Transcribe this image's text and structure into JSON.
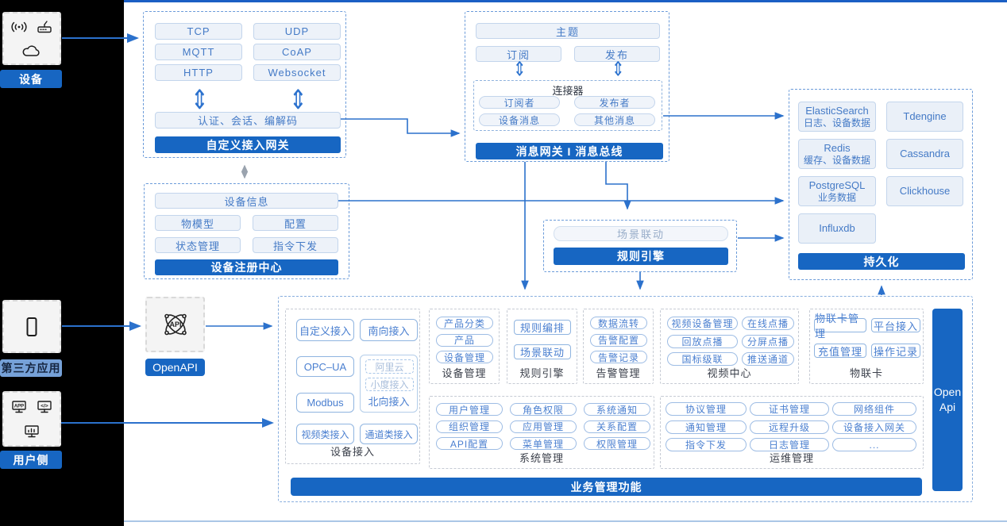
{
  "colors": {
    "primary_blue": "#1766c2",
    "line_blue": "#2b71cc",
    "light_pill_text": "#447ac6",
    "panel_bg": "#ffffff"
  },
  "icons": {
    "updown_arrow": "⇕"
  },
  "left": {
    "device_label": "设备",
    "third_party_label": "第三方应用",
    "user_label": "用户侧"
  },
  "gateway": {
    "protocols": [
      "TCP",
      "UDP",
      "MQTT",
      "CoAP",
      "HTTP",
      "Websocket"
    ],
    "auth": "认证、会话、编解码",
    "title": "自定义接入网关"
  },
  "message_bus": {
    "topic": "主题",
    "subscribe": "订阅",
    "publish": "发布",
    "connector_title": "连接器",
    "connector_items": [
      "订阅者",
      "发布者",
      "设备消息",
      "其他消息"
    ],
    "title": "消息网关 I 消息总线"
  },
  "persistence": {
    "items": [
      {
        "t": "ElasticSearch",
        "d": "日志、设备数据"
      },
      {
        "t": "Tdengine",
        "d": ""
      },
      {
        "t": "Redis",
        "d": "缓存、设备数据"
      },
      {
        "t": "Cassandra",
        "d": ""
      },
      {
        "t": "PostgreSQL",
        "d": "业务数据"
      },
      {
        "t": "Clickhouse",
        "d": ""
      },
      {
        "t": "Influxdb",
        "d": ""
      }
    ],
    "title": "持久化"
  },
  "registry": {
    "info": "设备信息",
    "items": [
      "物模型",
      "配置",
      "状态管理",
      "指令下发"
    ],
    "title": "设备注册中心"
  },
  "rule_engine": {
    "item": "场景联动",
    "title": "规则引擎"
  },
  "openapi_label": "OpenAPI",
  "business": {
    "title": "业务管理功能",
    "open_api_bar": "Open Api",
    "access": {
      "custom": "自定义接入",
      "south": "南向接入",
      "opcua": "OPC–UA",
      "modbus": "Modbus",
      "video": "视频类接入",
      "channel": "通道类接入",
      "north": {
        "title": "北向接入",
        "sub": [
          "阿里云",
          "小度接入"
        ]
      },
      "label": "设备接入"
    },
    "device_mgmt": {
      "pills": [
        "产品分类",
        "产品",
        "设备管理"
      ],
      "label": "设备管理"
    },
    "rule": {
      "pills": [
        "规则编排",
        "场景联动"
      ],
      "label": "规则引擎"
    },
    "alarm": {
      "pills": [
        "数据流转",
        "告警配置",
        "告警记录"
      ],
      "label": "告警管理"
    },
    "video_center": {
      "pills": [
        "视频设备管理",
        "在线点播",
        "回放点播",
        "分屏点播",
        "国标级联",
        "推送通道"
      ],
      "label": "视频中心"
    },
    "iot_card": {
      "pills": [
        "物联卡管理",
        "平台接入",
        "充值管理",
        "操作记录"
      ],
      "label": "物联卡"
    },
    "system": {
      "pills": [
        "用户管理",
        "角色权限",
        "系统通知",
        "组织管理",
        "应用管理",
        "关系配置",
        "API配置",
        "菜单管理",
        "权限管理"
      ],
      "label": "系统管理"
    },
    "ops": {
      "pills": [
        "协议管理",
        "证书管理",
        "网络组件",
        "通知管理",
        "远程升级",
        "设备接入网关",
        "指令下发",
        "日志管理",
        "..."
      ],
      "label": "运维管理"
    }
  }
}
